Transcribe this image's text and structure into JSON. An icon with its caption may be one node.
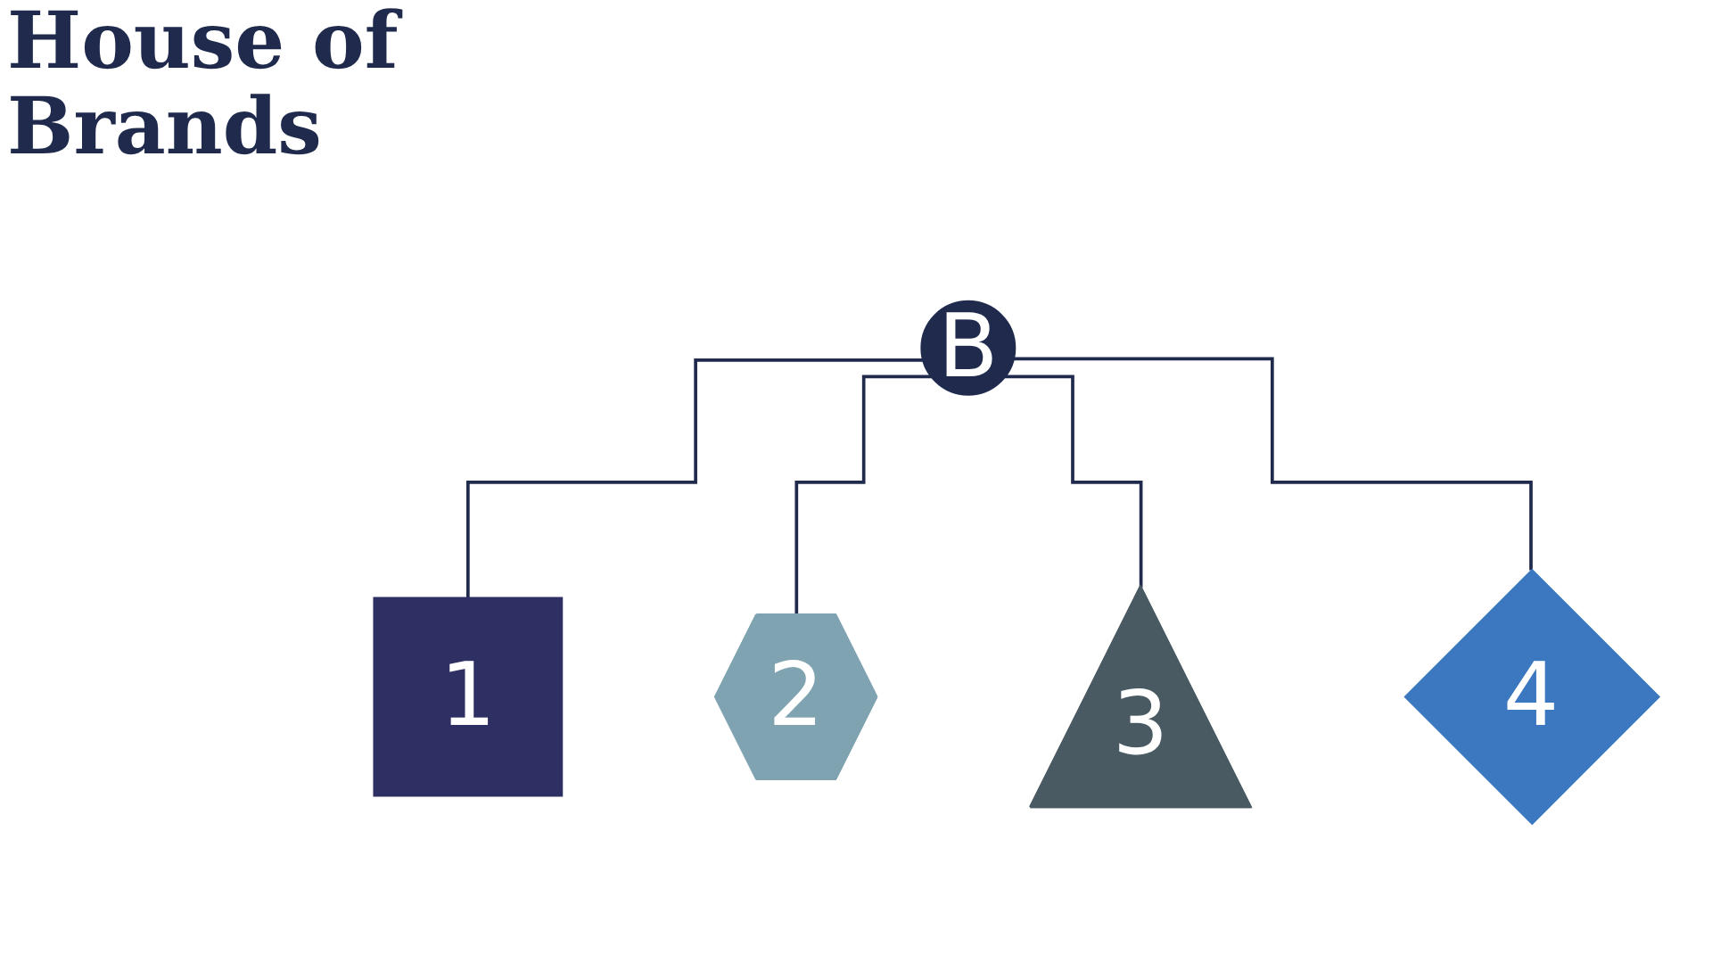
{
  "diagram": {
    "title": "House of Brands",
    "nodes": [
      {
        "text": [
          "B"
        ]
      },
      {
        "text": [
          "1"
        ]
      },
      {
        "text": [
          "2"
        ]
      },
      {
        "text": [
          "3"
        ]
      },
      {
        "text": [
          "4"
        ]
      }
    ],
    "edges": [
      {
        "from": 0,
        "to": 1,
        "arrow": "none"
      },
      {
        "from": 0,
        "to": 2,
        "arrow": "none"
      },
      {
        "from": 0,
        "to": 3,
        "arrow": "none"
      },
      {
        "from": 0,
        "to": 4,
        "arrow": "none"
      }
    ]
  }
}
